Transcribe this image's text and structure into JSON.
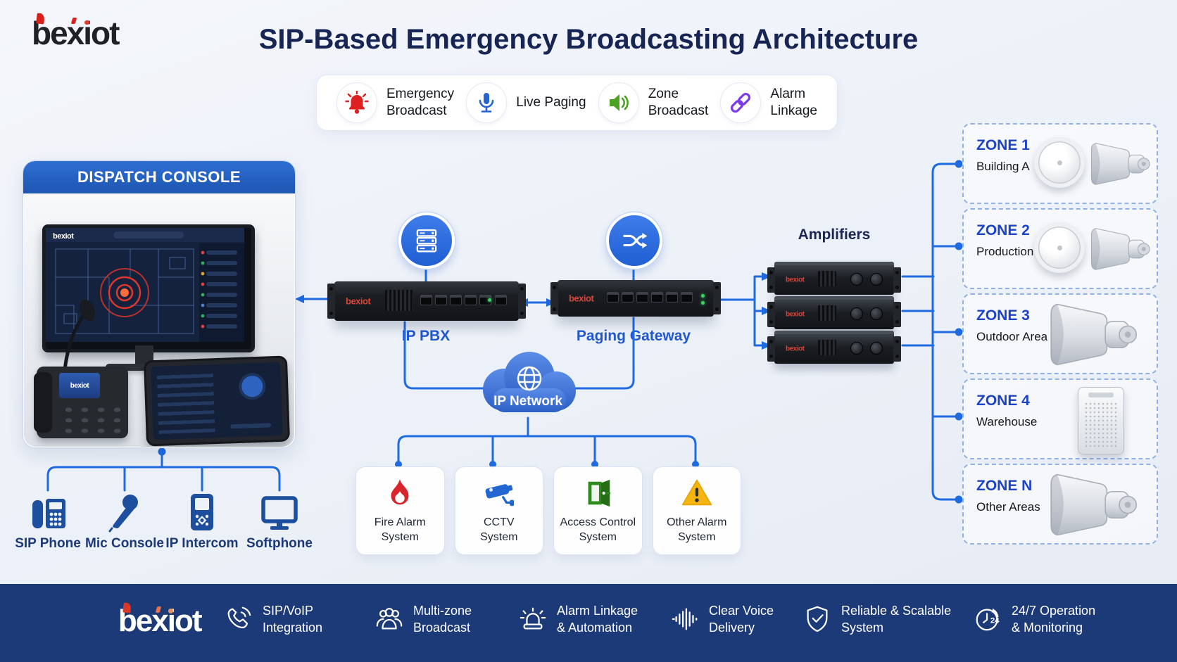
{
  "header": {
    "logo_text": "bexiot",
    "title": "SIP-Based Emergency Broadcasting Architecture"
  },
  "legend": {
    "items": [
      {
        "icon": "emergency-bell-icon",
        "label_line1": "Emergency",
        "label_line2": "Broadcast",
        "color": "#df2020"
      },
      {
        "icon": "microphone-icon",
        "label_line1": "Live Paging",
        "label_line2": "",
        "color": "#2563d4"
      },
      {
        "icon": "speaker-icon",
        "label_line1": "Zone",
        "label_line2": "Broadcast",
        "color": "#4ca321"
      },
      {
        "icon": "link-icon",
        "label_line1": "Alarm",
        "label_line2": "Linkage",
        "color": "#7c3aed"
      }
    ]
  },
  "dispatch": {
    "title": "DISPATCH CONSOLE",
    "screen_logo": "bexiot",
    "devices": [
      {
        "icon": "sip-phone-icon",
        "label": "SIP Phone"
      },
      {
        "icon": "mic-console-icon",
        "label": "Mic Console"
      },
      {
        "icon": "ip-intercom-icon",
        "label": "IP Intercom"
      },
      {
        "icon": "softphone-icon",
        "label": "Softphone"
      }
    ]
  },
  "core": {
    "device_logo": "bexiot",
    "pbx_label": "IP PBX",
    "gateway_label": "Paging Gateway",
    "network_label": "IP Network",
    "amplifiers_label": "Amplifiers"
  },
  "systems": [
    {
      "icon": "fire-icon",
      "line1": "Fire Alarm",
      "line2": "System"
    },
    {
      "icon": "cctv-icon",
      "line1": "CCTV",
      "line2": "System"
    },
    {
      "icon": "door-icon",
      "line1": "Access Control",
      "line2": "System"
    },
    {
      "icon": "warning-icon",
      "line1": "Other Alarm",
      "line2": "System"
    }
  ],
  "zones": [
    {
      "name": "ZONE 1",
      "area": "Building A",
      "speakers": "ceiling-and-horn"
    },
    {
      "name": "ZONE 2",
      "area": "Production Area",
      "speakers": "ceiling-and-horn"
    },
    {
      "name": "ZONE 3",
      "area": "Outdoor Area",
      "speakers": "horn"
    },
    {
      "name": "ZONE 4",
      "area": "Warehouse",
      "speakers": "wall-box"
    },
    {
      "name": "ZONE N",
      "area": "Other Areas",
      "speakers": "horn"
    }
  ],
  "footer": {
    "logo_text": "bexiot",
    "clock_badge": "24",
    "features": [
      {
        "icon": "phone-icon",
        "line1": "SIP/VoIP",
        "line2": "Integration"
      },
      {
        "icon": "users-icon",
        "line1": "Multi-zone",
        "line2": "Broadcast"
      },
      {
        "icon": "siren-icon",
        "line1": "Alarm Linkage",
        "line2": "& Automation"
      },
      {
        "icon": "waveform-icon",
        "line1": "Clear Voice",
        "line2": "Delivery"
      },
      {
        "icon": "shield-icon",
        "line1": "Reliable & Scalable",
        "line2": "System"
      },
      {
        "icon": "clock-icon",
        "line1": "24/7 Operation",
        "line2": "& Monitoring"
      }
    ]
  },
  "colors": {
    "connector_blue": "#1e6ae0",
    "title_navy": "#172554",
    "zone_blue": "#1c43c8",
    "footer_navy": "#1d3a78",
    "alert_red": "#df2020",
    "paging_blue": "#2563d4",
    "broadcast_green": "#4ca321",
    "linkage_purple": "#7c3aed"
  }
}
